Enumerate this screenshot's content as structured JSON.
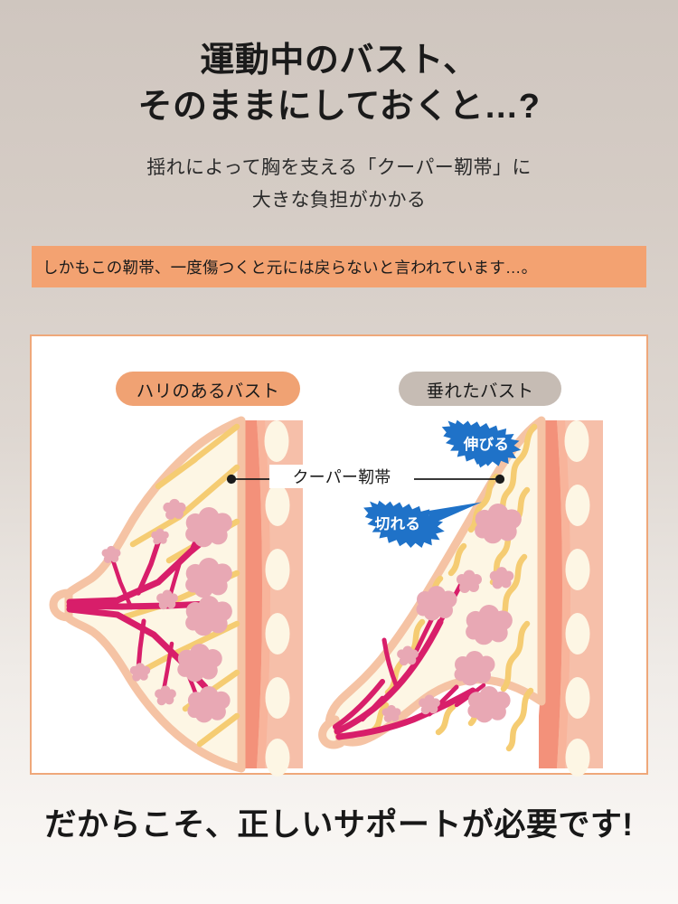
{
  "headline": {
    "line1": "運動中のバスト、",
    "line2": "そのままにしておくと…?"
  },
  "subtitle": {
    "line1": "揺れによって胸を支える「クーパー靭帯」に",
    "line2": "大きな負担がかかる"
  },
  "banner": {
    "text": "しかもこの靭帯、一度傷つくと元には戻らないと言われています…。",
    "background_color": "#f3a271"
  },
  "diagram": {
    "border_color": "#efa87a",
    "background_color": "#ffffff",
    "left_label": "ハリのあるバスト",
    "left_label_color": "#f0a273",
    "right_label": "垂れたバスト",
    "right_label_color": "#c6bcb4",
    "ligament_label": "クーパー靭帯",
    "callouts": [
      {
        "text": "伸びる",
        "color": "#1f72c8"
      },
      {
        "text": "切れる",
        "color": "#1f72c8"
      }
    ],
    "colors": {
      "skin_outline": "#f5c3a4",
      "breast_fill": "#fdf6e4",
      "lobule": "#e8a8b4",
      "duct": "#d81e6a",
      "ligament": "#f5cc72",
      "muscle": "#f3917a",
      "rib_band": "#f6bfa9",
      "rib": "#fdf6e4"
    }
  },
  "bottom": {
    "text": "だからこそ、正しいサポートが必要です!"
  }
}
